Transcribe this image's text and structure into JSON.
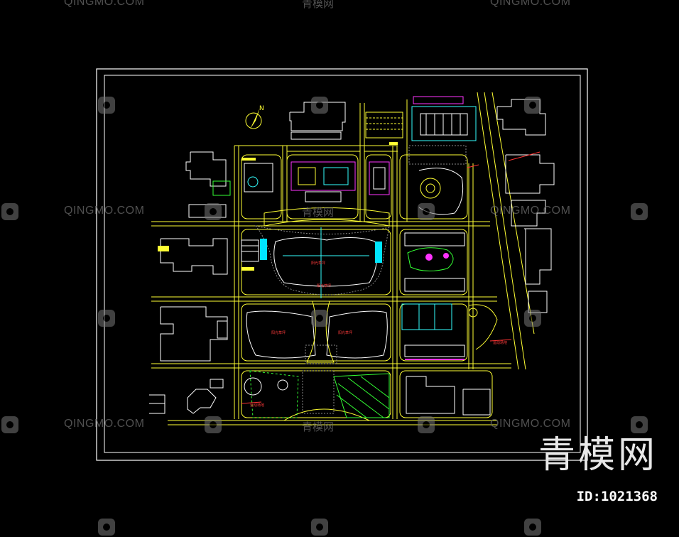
{
  "watermark": {
    "site": "QINGMO.COM",
    "cn": "青模网"
  },
  "brand": {
    "text": "青模网",
    "id_label": "ID:1021368"
  },
  "plan": {
    "north_label": "N",
    "area_labels": [
      "阳光草坪",
      "阳光草坪",
      "阳光草坪",
      "阳光草坪",
      "运动场地",
      "运动场地"
    ]
  },
  "colors": {
    "background": "#000000",
    "frame": "#ffffff",
    "road": "#ffff33",
    "green": "#33ff33",
    "magenta": "#ff33ff",
    "cyan": "#33ffff",
    "red": "#ff3333",
    "watermark": "#6b6b6b"
  }
}
